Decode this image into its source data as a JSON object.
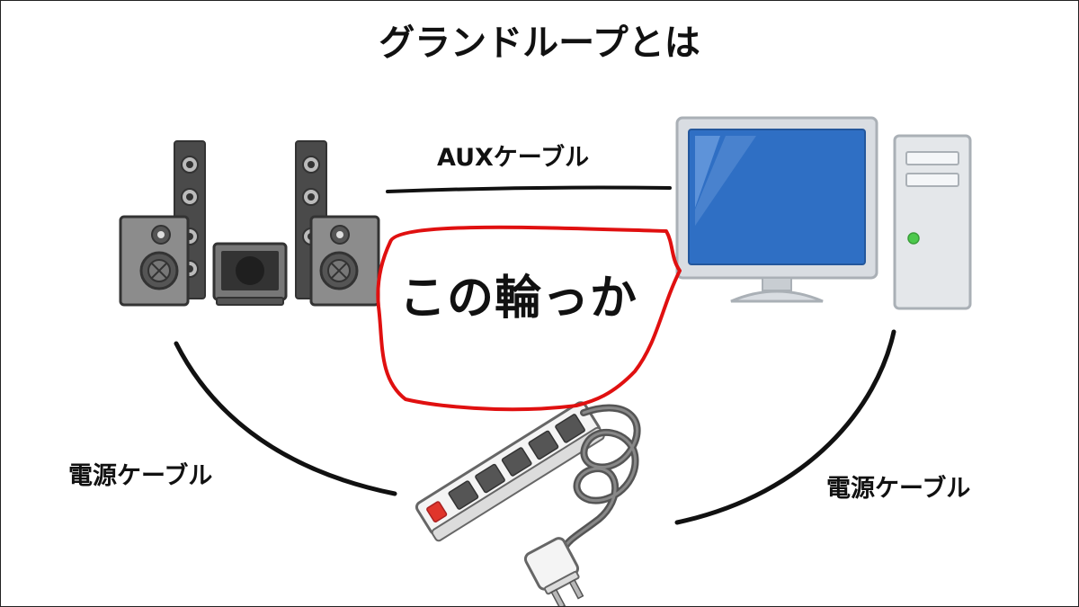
{
  "title": "グランドループとは",
  "labels": {
    "aux_cable": "AUXケーブル",
    "power_cable_left": "電源ケーブル",
    "power_cable_right": "電源ケーブル",
    "loop": "この輪っか"
  },
  "colors": {
    "loop_line": "#e01010",
    "cable_line": "#111111",
    "speaker_dark": "#4a4a4a",
    "speaker_light": "#8c8c8c",
    "monitor_screen": "#2f6fc4",
    "monitor_frame": "#d9dde2",
    "tower": "#e4e7ea",
    "power_led": "#4cc94c",
    "switch_red": "#e0352b"
  },
  "icons": [
    "speaker-system-icon",
    "desktop-pc-icon",
    "power-strip-icon"
  ]
}
